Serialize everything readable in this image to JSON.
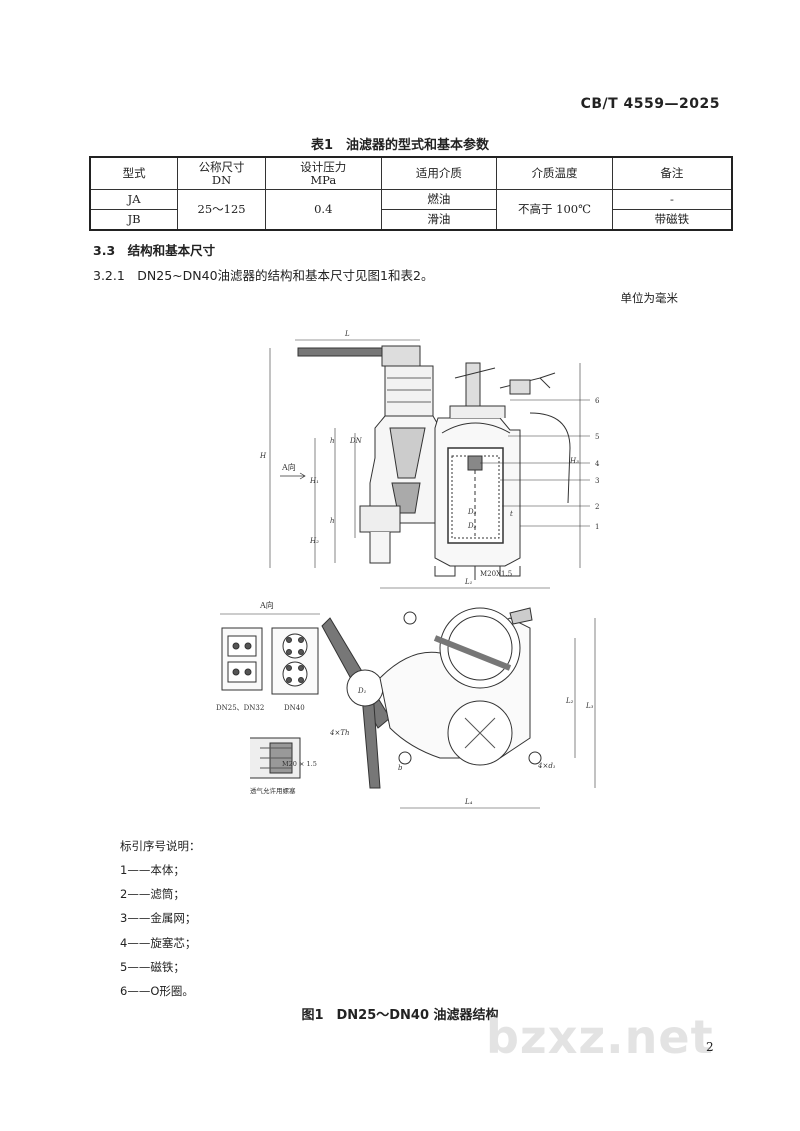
{
  "header": {
    "standard_no": "CB/T 4559—2025"
  },
  "table1": {
    "title": "表1　油滤器的型式和基本参数",
    "headers": [
      "型式",
      "公称尺寸\nDN",
      "设计压力\nMPa",
      "适用介质",
      "介质温度",
      "备注"
    ],
    "rows": [
      {
        "type": "JA",
        "dn": "25～125",
        "pressure": "0.4",
        "medium": "燃油",
        "temp": "不高于 100℃",
        "note": "-"
      },
      {
        "type": "JB",
        "medium": "滑油",
        "note": "带磁铁"
      }
    ]
  },
  "section": {
    "heading": "3.3　结构和基本尺寸",
    "clause": "3.2.1　DN25~DN40油滤器的结构和基本尺寸见图1和表2。"
  },
  "unit_note": "单位为毫米",
  "drawing": {
    "labels": {
      "L": "L",
      "H": "H",
      "H1": "H₁",
      "H2": "H₂",
      "h": "h",
      "h1": "h",
      "DN": "DN",
      "A_dir": "A向",
      "A_dir2": "A向",
      "D3": "D₃",
      "D2": "D₂",
      "t": "t",
      "M20": "M20X1.5",
      "n1": "1",
      "n2": "2",
      "n3": "3",
      "n4": "4",
      "n5": "5",
      "n6": "6",
      "H3": "H₃",
      "L1": "L₁",
      "L2": "L₂",
      "L3": "L₃",
      "L4": "L₄",
      "D1": "D₁",
      "4xTh": "4×Th",
      "b": "b",
      "4xd1": "4×d₁",
      "dn25": "DN25、DN32",
      "dn40": "DN40",
      "m20b": "M20 × 1.5",
      "vent": "透气允许用螺塞"
    }
  },
  "legend": {
    "title": "标引序号说明：",
    "items": [
      "1——本体；",
      "2——滤筒；",
      "3——金属网；",
      "4——旋塞芯；",
      "5——磁铁；",
      "6——O形圈。"
    ]
  },
  "figure_title": "图1　DN25～DN40 油滤器结构",
  "watermark": "bzxz.net",
  "page_number": "2"
}
